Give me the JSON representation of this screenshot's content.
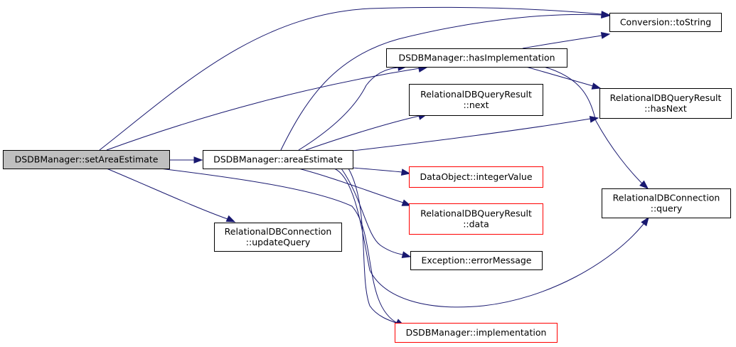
{
  "graph": {
    "colors": {
      "edge": "#191970",
      "root_fill": "#bfbfbf",
      "node_fill": "#ffffff",
      "node_border": "#000000",
      "undocumented_border": "#ff0000"
    },
    "nodes": {
      "set_area_estimate": {
        "lines": [
          "DSDBManager::setAreaEstimate"
        ],
        "style": "root"
      },
      "area_estimate": {
        "lines": [
          "DSDBManager::areaEstimate"
        ],
        "style": "normal"
      },
      "update_query": {
        "lines": [
          "RelationalDBConnection",
          "::updateQuery"
        ],
        "style": "normal"
      },
      "to_string": {
        "lines": [
          "Conversion::toString"
        ],
        "style": "normal"
      },
      "has_implementation": {
        "lines": [
          "DSDBManager::hasImplementation"
        ],
        "style": "normal"
      },
      "query_result_next": {
        "lines": [
          "RelationalDBQueryResult",
          "::next"
        ],
        "style": "normal"
      },
      "query_result_has_next": {
        "lines": [
          "RelationalDBQueryResult",
          "::hasNext"
        ],
        "style": "normal"
      },
      "integer_value": {
        "lines": [
          "DataObject::integerValue"
        ],
        "style": "undocumented"
      },
      "query_result_data": {
        "lines": [
          "RelationalDBQueryResult",
          "::data"
        ],
        "style": "undocumented"
      },
      "connection_query": {
        "lines": [
          "RelationalDBConnection",
          "::query"
        ],
        "style": "normal"
      },
      "error_message": {
        "lines": [
          "Exception::errorMessage"
        ],
        "style": "normal"
      },
      "implementation": {
        "lines": [
          "DSDBManager::implementation"
        ],
        "style": "undocumented"
      }
    },
    "edges": [
      {
        "from": "set_area_estimate",
        "to": "area_estimate"
      },
      {
        "from": "set_area_estimate",
        "to": "to_string"
      },
      {
        "from": "set_area_estimate",
        "to": "has_implementation"
      },
      {
        "from": "set_area_estimate",
        "to": "update_query"
      },
      {
        "from": "set_area_estimate",
        "to": "implementation"
      },
      {
        "from": "area_estimate",
        "to": "to_string"
      },
      {
        "from": "area_estimate",
        "to": "has_implementation"
      },
      {
        "from": "area_estimate",
        "to": "query_result_next"
      },
      {
        "from": "area_estimate",
        "to": "query_result_has_next"
      },
      {
        "from": "area_estimate",
        "to": "integer_value"
      },
      {
        "from": "area_estimate",
        "to": "query_result_data"
      },
      {
        "from": "area_estimate",
        "to": "error_message"
      },
      {
        "from": "area_estimate",
        "to": "connection_query"
      },
      {
        "from": "area_estimate",
        "to": "implementation"
      },
      {
        "from": "has_implementation",
        "to": "to_string"
      },
      {
        "from": "has_implementation",
        "to": "query_result_has_next"
      },
      {
        "from": "has_implementation",
        "to": "connection_query"
      }
    ]
  }
}
